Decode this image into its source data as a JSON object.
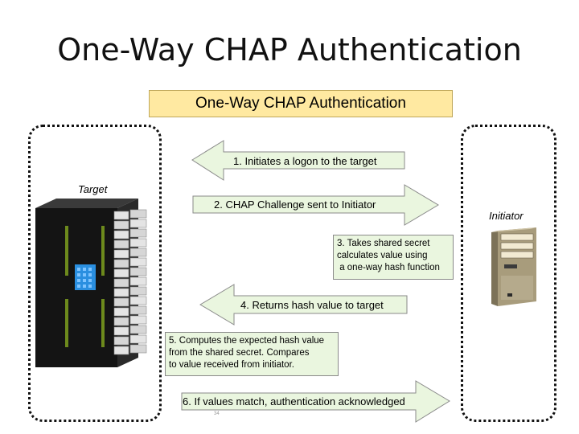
{
  "slide": {
    "title": "One-Way CHAP Authentication"
  },
  "banner": {
    "text": "One-Way CHAP Authentication"
  },
  "labels": {
    "target": "Target",
    "initiator": "Initiator"
  },
  "steps": {
    "s1": "1. Initiates a logon to the target",
    "s2": "2. CHAP Challenge sent to Initiator",
    "s3": [
      "3. Takes shared secret",
      "calculates value using",
      " a one-way hash function"
    ],
    "s4": "4. Returns hash value to target",
    "s5": [
      "5. Computes the expected hash value",
      "from the shared secret. Compares",
      "to value received from initiator."
    ],
    "s6": "6. If values match, authentication acknowledged"
  },
  "footnote": "34",
  "colors": {
    "arrow_fill": "#eaf6df",
    "banner_fill": "#ffe9a1"
  }
}
